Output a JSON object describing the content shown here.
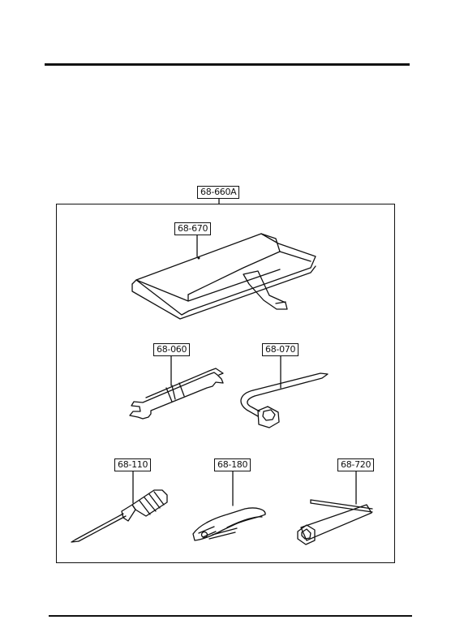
{
  "parts": {
    "kit": "68-660A",
    "bag": "68-670",
    "double_wrench": "68-060",
    "box_wrench": "68-070",
    "screwdriver": "68-110",
    "pliers": "68-180",
    "socket_wrench": "68-720"
  }
}
